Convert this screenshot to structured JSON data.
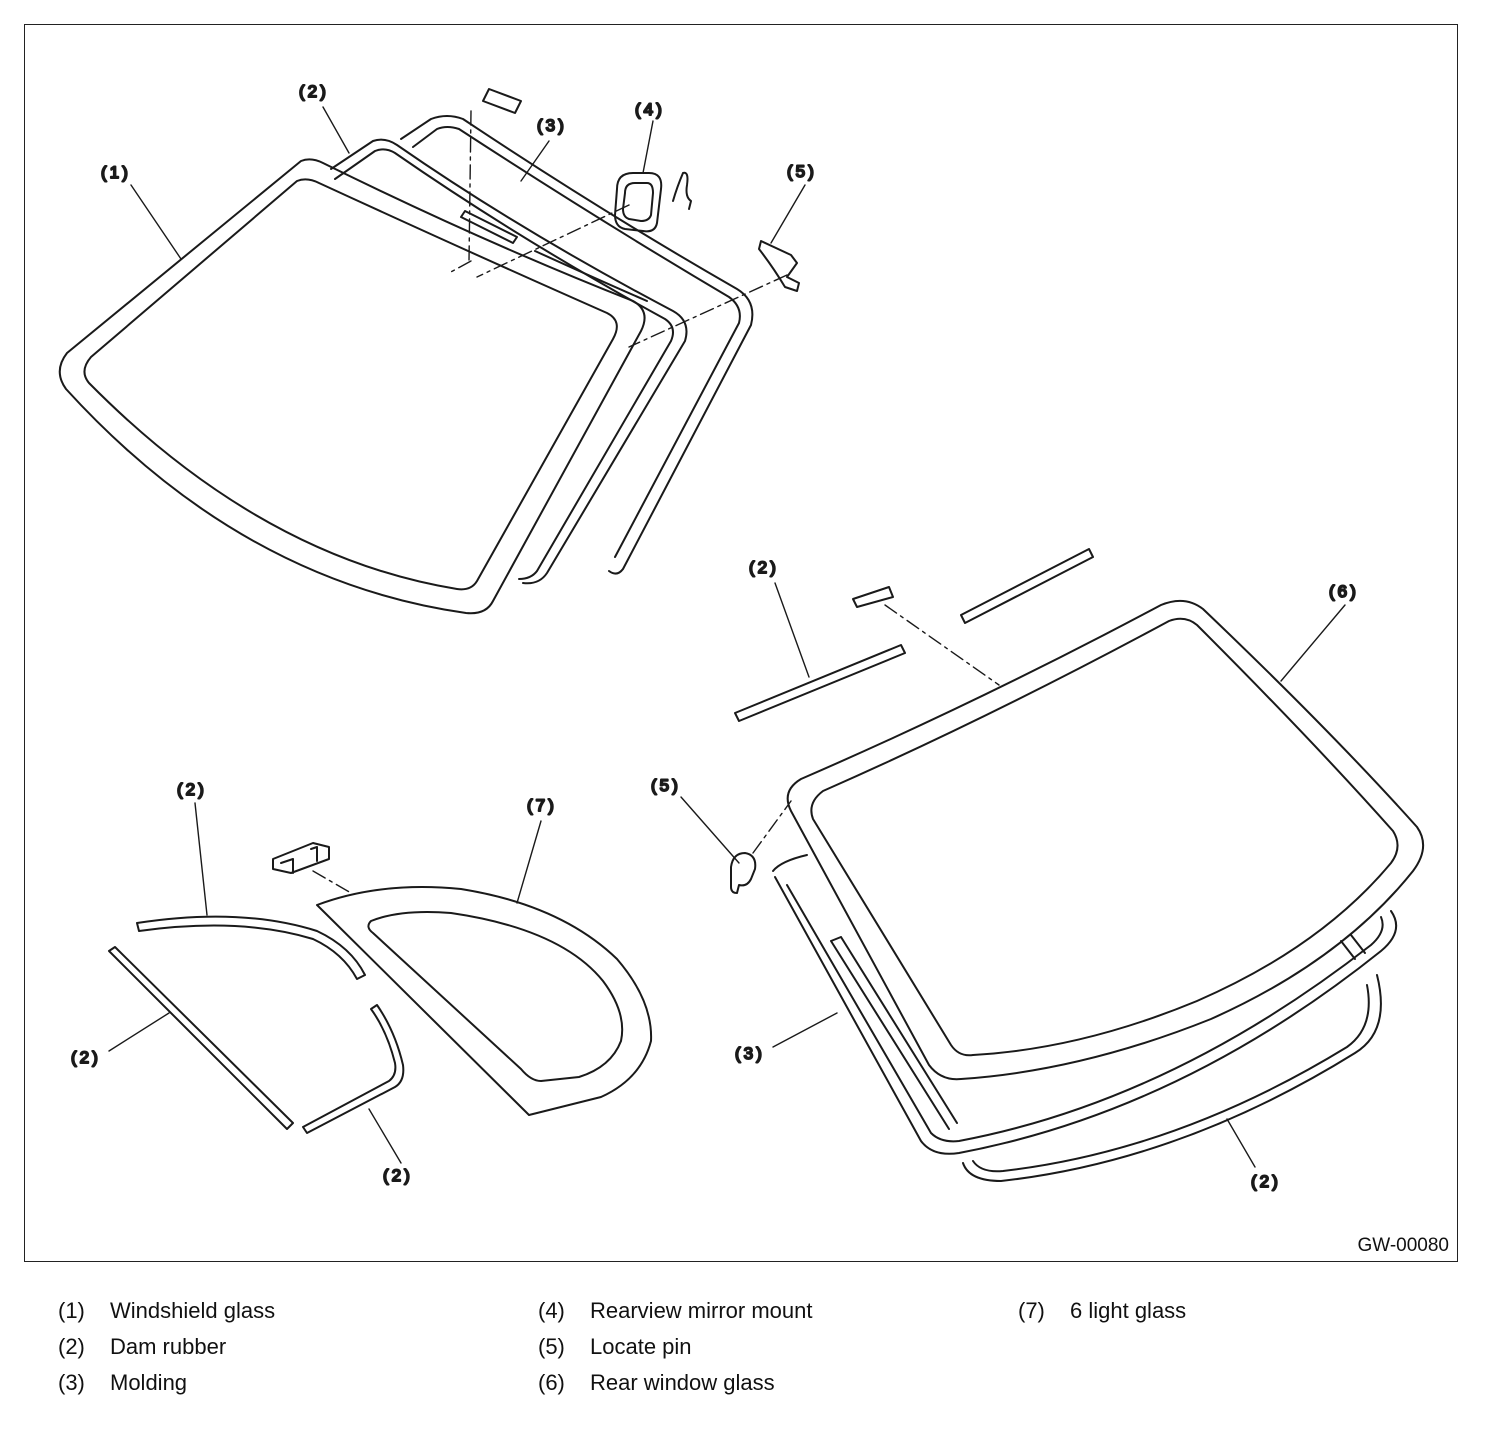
{
  "figure": {
    "id": "GW-00080",
    "callouts": {
      "c1": "(1)",
      "c2": "(2)",
      "c3": "(3)",
      "c4": "(4)",
      "c5": "(5)",
      "c6": "(6)",
      "c7": "(7)"
    }
  },
  "legend": [
    {
      "num": "(1)",
      "label": "Windshield glass"
    },
    {
      "num": "(2)",
      "label": "Dam rubber"
    },
    {
      "num": "(3)",
      "label": "Molding"
    },
    {
      "num": "(4)",
      "label": "Rearview mirror mount"
    },
    {
      "num": "(5)",
      "label": "Locate pin"
    },
    {
      "num": "(6)",
      "label": "Rear window glass"
    },
    {
      "num": "(7)",
      "label": "6 light glass"
    }
  ]
}
